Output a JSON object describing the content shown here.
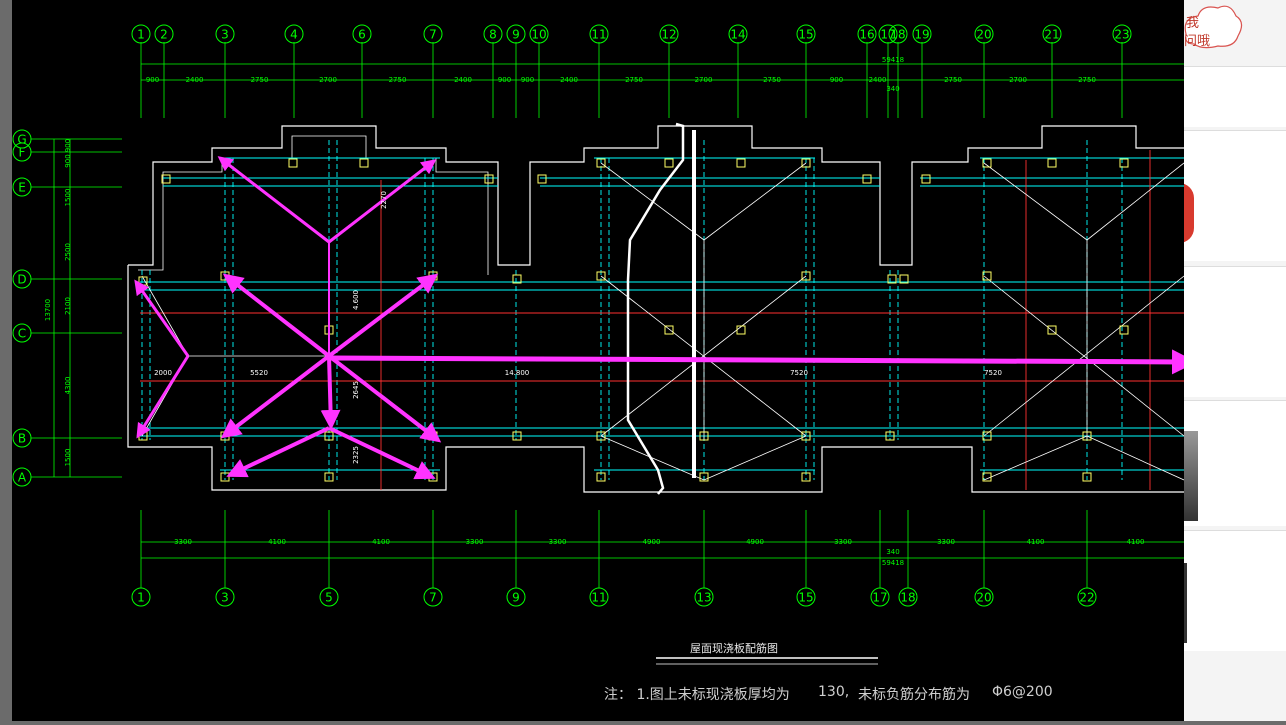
{
  "top_axes": [
    "1",
    "2",
    "3",
    "4",
    "6",
    "7",
    "8",
    "9",
    "10",
    "11",
    "12",
    "14",
    "15",
    "16",
    "17",
    "18",
    "19",
    "20",
    "21",
    "23"
  ],
  "bottom_axes": [
    "1",
    "3",
    "5",
    "7",
    "9",
    "11",
    "13",
    "15",
    "17",
    "18",
    "20",
    "22"
  ],
  "left_axes": [
    "G",
    "F",
    "E",
    "D",
    "C",
    "B",
    "A"
  ],
  "top_dims": [
    "900",
    "2400",
    "2750",
    "2700",
    "2750",
    "2400",
    "900",
    "900",
    "2400",
    "2750",
    "2700",
    "2750",
    "900",
    "2400",
    "2750",
    "2700",
    "2750"
  ],
  "top_total": "59418",
  "top_sub": "340",
  "bottom_dims": [
    "3300",
    "4100",
    "4100",
    "3300",
    "3300",
    "4900",
    "4900",
    "3300",
    "3300",
    "4100",
    "4100"
  ],
  "bottom_total": "59418",
  "bottom_sub": "340",
  "left_dims": [
    "900",
    "900",
    "1500",
    "2500",
    "2100",
    "4300",
    "1500"
  ],
  "left_total": "13700",
  "inner_dims": [
    "2000",
    "5520",
    "14.800",
    "7520",
    "7520",
    "2645",
    "2270",
    "4.600",
    "2325"
  ],
  "drawing_title": "屋面现浇板配筋图",
  "note": {
    "prefix": "注： 1.图上未标现浇板厚均为",
    "thickness": "130,",
    "middle": "未标负筋分布筋为",
    "rebar": "Φ6@200"
  },
  "right_panel": {
    "cloud_text_1": "我",
    "cloud_text_2": "问哦"
  },
  "colors": {
    "background": "#000000",
    "axis": "#00ff00",
    "wall": "#ffffff",
    "beam": "#00ffff",
    "column": "#ffff66",
    "red_line": "#ff3030",
    "arrow": "#ff33ff"
  }
}
